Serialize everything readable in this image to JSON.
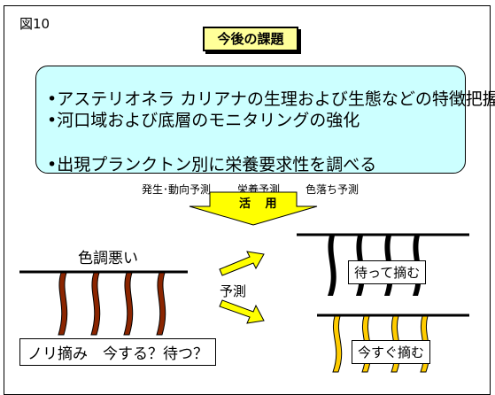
{
  "figure": {
    "label": "図10"
  },
  "title": "今後の課題",
  "tasks": [
    "•アステリオネラ カリアナの生理および生態などの特徴把握",
    "•河口域および底層のモニタリングの強化",
    "•出現プランクトン別に栄養要求性を調べる"
  ],
  "predictions": [
    "発生･動向予測",
    "栄養予測",
    "色落ち予測"
  ],
  "katsuyo": "活 用",
  "left_panel": {
    "heading": "色調悪い",
    "question": "ノリ摘み　今する？待つ？"
  },
  "predict_label": "予測",
  "outcomes": {
    "wait": "待って摘む",
    "now": "今すぐ摘む"
  },
  "colors": {
    "title_bg": "#ffff99",
    "tasks_bg": "#ccffff",
    "arrow_yellow": "#ffff00",
    "nori_brown": "#8b2500",
    "nori_black": "#000000",
    "nori_yellow": "#ffcc00"
  }
}
